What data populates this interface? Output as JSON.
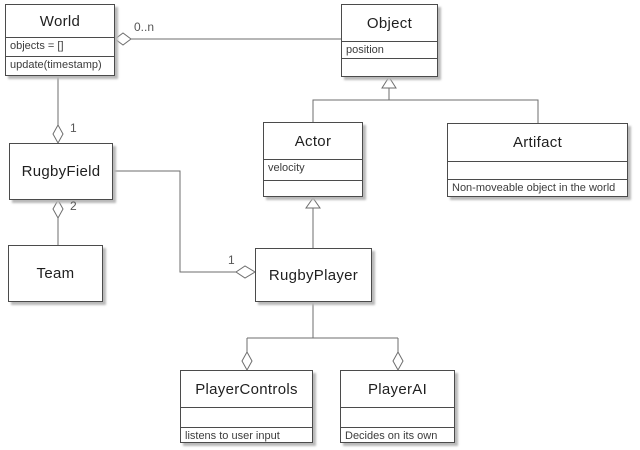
{
  "diagram_type": "uml-class-diagram",
  "colors": {
    "background": "#ffffff",
    "box_fill": "#ffffff",
    "box_border": "#4b4b4b",
    "box_shadow": "#b9b9b9",
    "connector_line": "#6e6e6e",
    "title_text": "#1f1f1f",
    "body_text": "#3c3c3c",
    "label_text": "#565656"
  },
  "classes": {
    "world": {
      "name": "World",
      "attrs": "objects = []",
      "ops": "update(timestamp)"
    },
    "object": {
      "name": "Object",
      "attrs": "position",
      "ops": ""
    },
    "actor": {
      "name": "Actor",
      "attrs": "velocity",
      "ops": ""
    },
    "artifact": {
      "name": "Artifact",
      "attrs": "",
      "ops": "Non-moveable object in the world"
    },
    "rugbyfield": {
      "name": "RugbyField"
    },
    "team": {
      "name": "Team"
    },
    "rugbyplayer": {
      "name": "RugbyPlayer"
    },
    "playercontrols": {
      "name": "PlayerControls",
      "attrs": "",
      "ops": "listens to user input"
    },
    "playerai": {
      "name": "PlayerAI",
      "attrs": "",
      "ops": "Decides on its own"
    }
  },
  "multiplicities": {
    "world_object": "0..n",
    "world_rugbyfield": "1",
    "rugbyfield_team": "2",
    "rugbyfield_rugbyplayer": "1"
  },
  "relationships": [
    {
      "from": "World",
      "to": "Object",
      "type": "aggregation",
      "label": "0..n"
    },
    {
      "from": "World",
      "to": "RugbyField",
      "type": "aggregation",
      "label": "1"
    },
    {
      "from": "RugbyField",
      "to": "Team",
      "type": "aggregation",
      "label": "2"
    },
    {
      "from": "RugbyField",
      "to": "RugbyPlayer",
      "type": "aggregation",
      "label": "1"
    },
    {
      "from": "Actor",
      "to": "Object",
      "type": "generalization"
    },
    {
      "from": "Artifact",
      "to": "Object",
      "type": "generalization"
    },
    {
      "from": "RugbyPlayer",
      "to": "Actor",
      "type": "generalization"
    },
    {
      "from": "RugbyPlayer",
      "to": "PlayerControls",
      "type": "aggregation"
    },
    {
      "from": "RugbyPlayer",
      "to": "PlayerAI",
      "type": "aggregation"
    }
  ]
}
